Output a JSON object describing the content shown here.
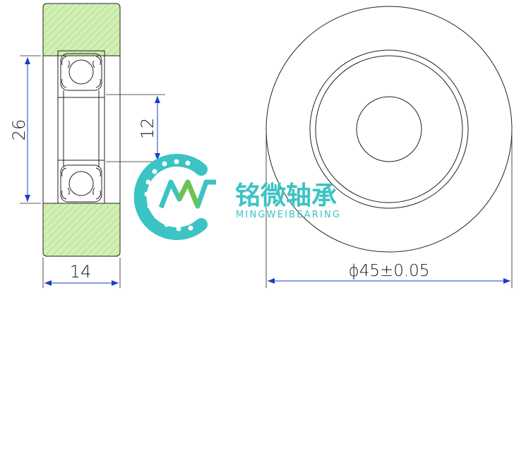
{
  "dimensions": {
    "bearing_outer_height": "26",
    "bore_diameter": "12",
    "width": "14",
    "outer_diameter": "ϕ45±0.05"
  },
  "logo": {
    "cn_text": "铭微轴承",
    "en_text": "MINGWEIBEARING"
  },
  "colors": {
    "tire_fill": "#d2f0b2",
    "hatch": "#9fcf80",
    "line": "#222222",
    "dimension": "#1a1a1a",
    "arrow_blue": "#1a3fc7",
    "logo_teal": "#3cc3c3",
    "logo_green": "#6cc24a"
  }
}
